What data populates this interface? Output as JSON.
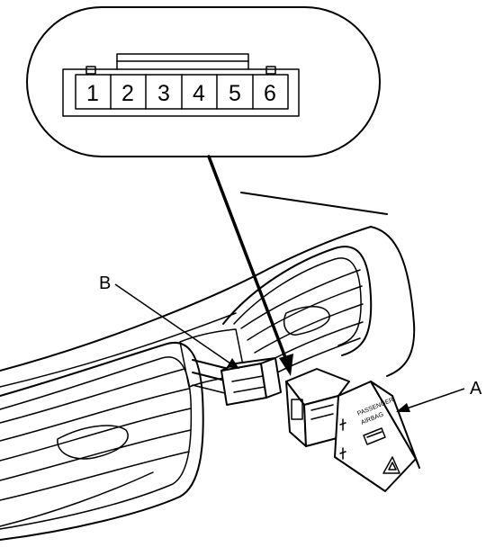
{
  "connector_pins": [
    "1",
    "2",
    "3",
    "4",
    "5",
    "6"
  ],
  "callouts": {
    "a": "A",
    "b": "B"
  },
  "switch_labels": {
    "line1": "PASSENGER",
    "line2": "AIRBAG"
  }
}
